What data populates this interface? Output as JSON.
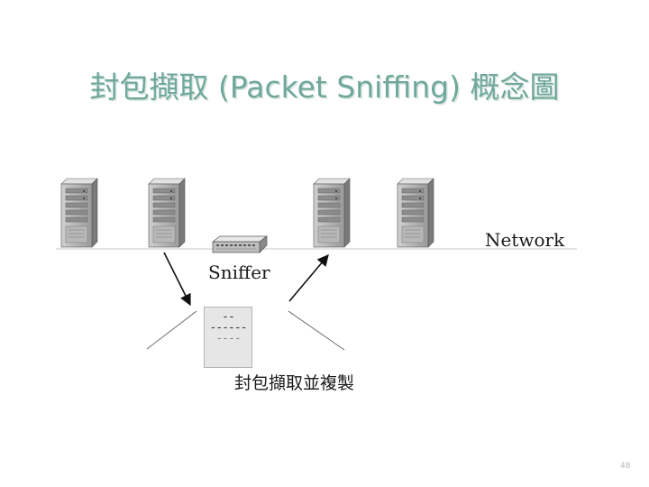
{
  "slide": {
    "title": "封包擷取 (Packet Sniffing) 概念圖",
    "page_number": "48"
  },
  "diagram": {
    "network_label": "Network",
    "sniffer_label": "Sniffer",
    "capture_caption": "封包擷取並複製",
    "packet_lines": [
      "--",
      "------",
      "----"
    ],
    "icons": [
      "server-icon",
      "server-icon",
      "server-icon",
      "server-icon",
      "network-switch-icon",
      "captured-packet-document"
    ]
  }
}
